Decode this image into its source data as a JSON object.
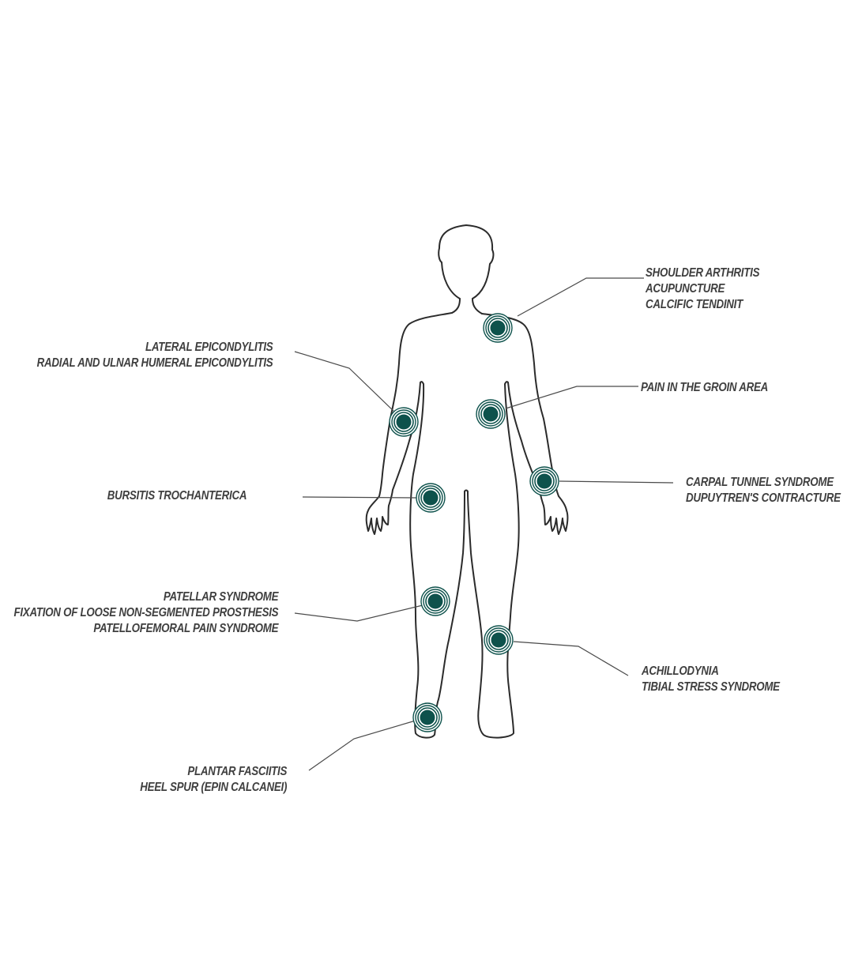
{
  "colors": {
    "marker": "#0e524c",
    "outline": "#2b2b2b",
    "leader": "#4a4a4a",
    "text": "#3f3f3f"
  },
  "labels": {
    "shoulder": [
      "SHOULDER ARTHRITIS",
      "ACUPUNCTURE",
      "CALCIFIC TENDINIT"
    ],
    "groin": [
      "PAIN IN THE GROIN AREA"
    ],
    "carpal": [
      "CARPAL TUNNEL SYNDROME",
      "DUPUYTREN'S CONTRACTURE"
    ],
    "achilles": [
      "ACHILLODYNIA",
      "TIBIAL STRESS SYNDROME"
    ],
    "elbow": [
      "LATERAL EPICONDYLITIS",
      "RADIAL AND ULNAR HUMERAL EPICONDYLITIS"
    ],
    "hip": [
      "BURSITIS TROCHANTERICA"
    ],
    "knee": [
      "PATELLAR SYNDROME",
      "FIXATION OF LOOSE NON-SEGMENTED PROSTHESIS",
      "PATELLOFEMORAL PAIN SYNDROME"
    ],
    "heel": [
      "PLANTAR FASCIITIS",
      "HEEL SPUR (EPIN CALCANEI)"
    ]
  }
}
